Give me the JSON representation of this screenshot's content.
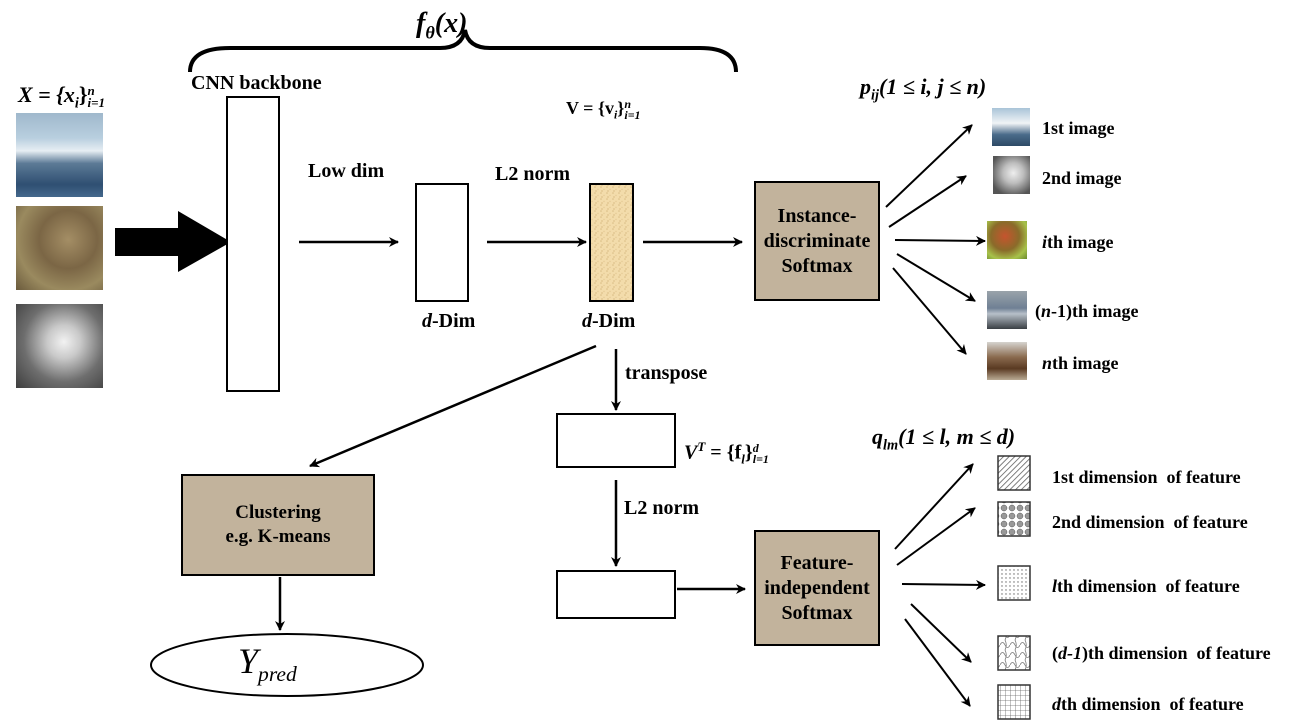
{
  "figure": {
    "f_theta": "f",
    "f_theta_sub": "θ",
    "f_theta_arg": "(x)",
    "input_set_lhs": "X = {x",
    "input_set_sub": "i",
    "input_set_rhs": "}",
    "input_set_sup": "n",
    "input_set_lim": "i=1",
    "cnn_backbone": "CNN backbone",
    "low_dim": "Low dim",
    "l2_norm_top": "L2 norm",
    "v_set_lhs": "V = {v",
    "v_set_sub": "i",
    "v_set_rhs": "}",
    "v_set_sup": "n",
    "v_set_lim": "i=1",
    "d_dim_1_var": "d",
    "d_dim_1_text": "-Dim",
    "d_dim_2_var": "d",
    "d_dim_2_text": "-Dim",
    "transpose": "transpose",
    "vt_set_lhs": "V",
    "vt_sup_t": "T",
    "vt_set_mid": " = {f",
    "vt_set_sub": "l",
    "vt_set_rhs": "}",
    "vt_set_sup": "d",
    "vt_set_lim": "l=1",
    "l2_norm_bottom": "L2 norm",
    "instance_softmax_l1": "Instance-",
    "instance_softmax_l2": "discriminate",
    "instance_softmax_l3": "Softmax",
    "feature_softmax_l1": "Feature-",
    "feature_softmax_l2": "independent",
    "feature_softmax_l3": "Softmax",
    "clustering_l1": "Clustering",
    "clustering_l2": "e.g. K-means",
    "y_pred_main": "Y",
    "y_pred_sub": "pred",
    "p_ij_main": "p",
    "p_ij_sub": "ij",
    "p_ij_cond": "(1 ≤ i, j ≤ n)",
    "q_lm_main": "q",
    "q_lm_sub": "lm",
    "q_lm_cond": "(1 ≤ l, m ≤ d)"
  },
  "image_outputs": [
    {
      "prefix": "",
      "text": "1st image"
    },
    {
      "prefix": "",
      "text": "2nd image"
    },
    {
      "prefix": "i",
      "text": "th image"
    },
    {
      "prefix": "(n",
      "text": "-1)th image"
    },
    {
      "prefix": "n",
      "text": "th image"
    }
  ],
  "feature_outputs": [
    {
      "prefix": "",
      "text": "1st dimension  of feature"
    },
    {
      "prefix": "",
      "text": "2nd dimension  of feature"
    },
    {
      "prefix": "l",
      "text": "th dimension  of feature"
    },
    {
      "prefix": "(d-1",
      "text": ")th dimension  of feature"
    },
    {
      "prefix": "d",
      "text": "th dimension  of feature"
    }
  ],
  "colors": {
    "softmax_fill": "#c2b39c",
    "feature_vector_fill": "#f0d9a8"
  }
}
